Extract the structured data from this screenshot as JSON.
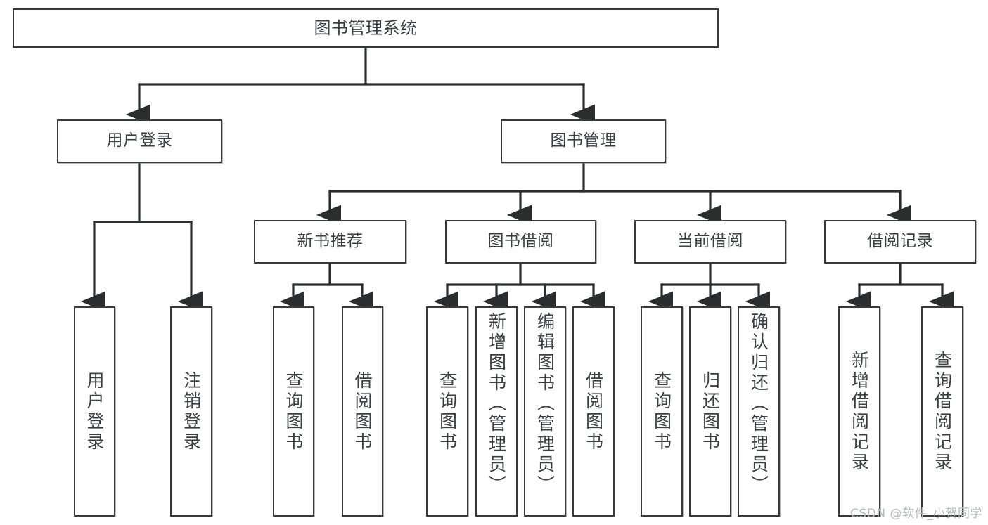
{
  "diagram": {
    "title": "图书管理系统",
    "type": "tree-hierarchy",
    "watermark": "CSDN @软件_小贺同学",
    "colors": {
      "box_border": "#37393b",
      "box_fill": "#ffffff",
      "text": "#3c3f41",
      "connector": "#2b2d2f",
      "watermark": "#b6b8bb"
    },
    "nodes": {
      "root": {
        "label": "图书管理系统"
      },
      "level2": [
        {
          "id": "user-login",
          "label": "用户登录"
        },
        {
          "id": "book-manage",
          "label": "图书管理"
        }
      ],
      "level3": [
        {
          "id": "new-book-recommend",
          "label": "新书推荐"
        },
        {
          "id": "book-borrow",
          "label": "图书借阅"
        },
        {
          "id": "current-borrow",
          "label": "当前借阅"
        },
        {
          "id": "borrow-record",
          "label": "借阅记录"
        }
      ],
      "leaves": [
        {
          "id": "leaf-user-login",
          "label": "用户登录",
          "parent": "user-login"
        },
        {
          "id": "leaf-logout",
          "label": "注销登录",
          "parent": "user-login"
        },
        {
          "id": "leaf-query-book-1",
          "label": "查询图书",
          "parent": "new-book-recommend"
        },
        {
          "id": "leaf-borrow-book-1",
          "label": "借阅图书",
          "parent": "new-book-recommend"
        },
        {
          "id": "leaf-query-book-2",
          "label": "查询图书",
          "parent": "book-borrow"
        },
        {
          "id": "leaf-add-book",
          "label": "新增图书（管理员）",
          "parent": "book-borrow"
        },
        {
          "id": "leaf-edit-book",
          "label": "编辑图书（管理员）",
          "parent": "book-borrow"
        },
        {
          "id": "leaf-borrow-book-2",
          "label": "借阅图书",
          "parent": "book-borrow"
        },
        {
          "id": "leaf-query-book-3",
          "label": "查询图书",
          "parent": "current-borrow"
        },
        {
          "id": "leaf-return-book",
          "label": "归还图书",
          "parent": "current-borrow"
        },
        {
          "id": "leaf-confirm-return",
          "label": "确认归还（管理员）",
          "parent": "current-borrow"
        },
        {
          "id": "leaf-add-record",
          "label": "新增借阅记录",
          "parent": "borrow-record"
        },
        {
          "id": "leaf-query-record",
          "label": "查询借阅记录",
          "parent": "borrow-record"
        }
      ]
    }
  }
}
